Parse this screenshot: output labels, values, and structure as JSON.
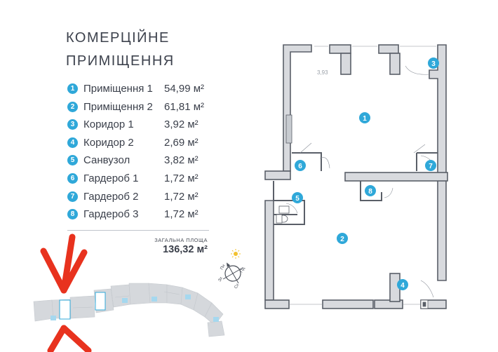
{
  "title_line1": "КОМЕРЦІЙНЕ",
  "title_line2": "ПРИМІЩЕННЯ",
  "rooms": [
    {
      "num": "1",
      "name": "Приміщення 1",
      "area": "54,99 м²"
    },
    {
      "num": "2",
      "name": "Приміщення 2",
      "area": "61,81 м²"
    },
    {
      "num": "3",
      "name": "Коридор 1",
      "area": "3,92 м²"
    },
    {
      "num": "4",
      "name": "Коридор 2",
      "area": "2,69 м²"
    },
    {
      "num": "5",
      "name": "Санвузол",
      "area": "3,82 м²"
    },
    {
      "num": "6",
      "name": "Гардероб 1",
      "area": "1,72 м²"
    },
    {
      "num": "7",
      "name": "Гардероб 2",
      "area": "1,72 м²"
    },
    {
      "num": "8",
      "name": "Гардероб 3",
      "area": "1,72 м²"
    }
  ],
  "total": {
    "label": "ЗАГАЛЬНА ПЛОЩА",
    "value": "136,32 м²"
  },
  "plan": {
    "dimension": "3,93"
  },
  "compass": {
    "directions": [
      "Пн",
      "Зх",
      "Пд",
      "Сх"
    ]
  },
  "colors": {
    "accent": "#2fa8d9",
    "arrow": "#e8321e",
    "wall": "#5a5f68",
    "wall_fill": "#d8dade",
    "building": "#d5d8dc"
  }
}
